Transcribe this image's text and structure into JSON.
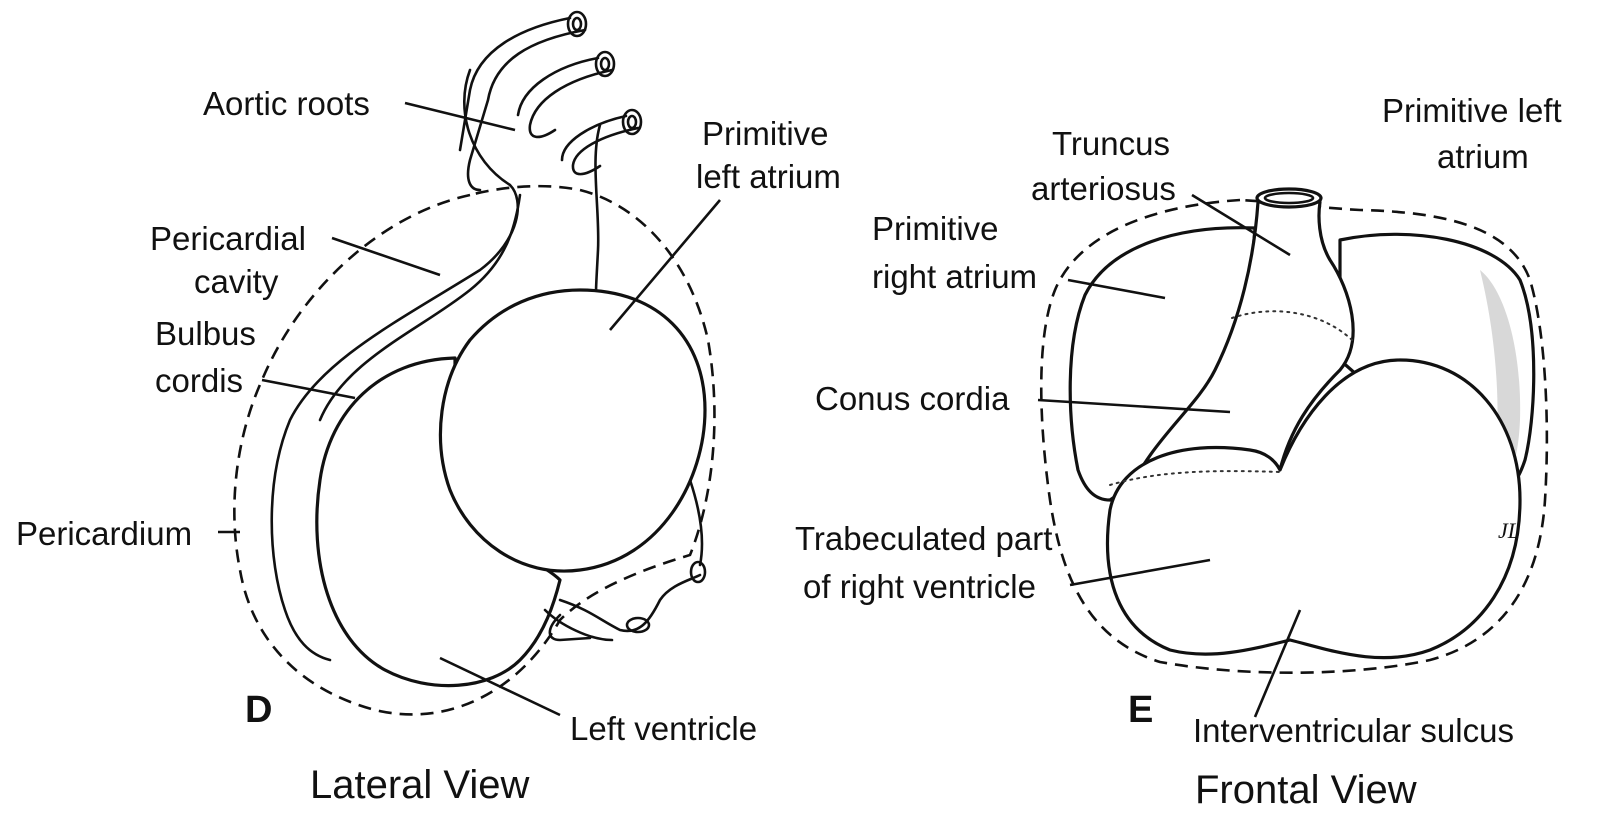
{
  "panels": {
    "lateral": {
      "letter": "D",
      "caption": "Lateral View",
      "labels": {
        "aortic_roots": "Aortic roots",
        "primitive_left_atrium_1": "Primitive",
        "primitive_left_atrium_2": "left atrium",
        "pericardial_cavity_1": "Pericardial",
        "pericardial_cavity_2": "cavity",
        "bulbus_cordis_1": "Bulbus",
        "bulbus_cordis_2": "cordis",
        "pericardium": "Pericardium",
        "left_ventricle": "Left ventricle"
      }
    },
    "frontal": {
      "letter": "E",
      "caption": "Frontal View",
      "labels": {
        "truncus_arteriosus_1": "Truncus",
        "truncus_arteriosus_2": "arteriosus",
        "primitive_left_atrium_1": "Primitive left",
        "primitive_left_atrium_2": "atrium",
        "primitive_right_atrium_1": "Primitive",
        "primitive_right_atrium_2": "right atrium",
        "conus_cordia": "Conus cordia",
        "trabeculated_1": "Trabeculated part",
        "trabeculated_2": "of right ventricle",
        "interventricular_sulcus": "Interventricular sulcus",
        "artist_initials": "JL"
      }
    }
  }
}
